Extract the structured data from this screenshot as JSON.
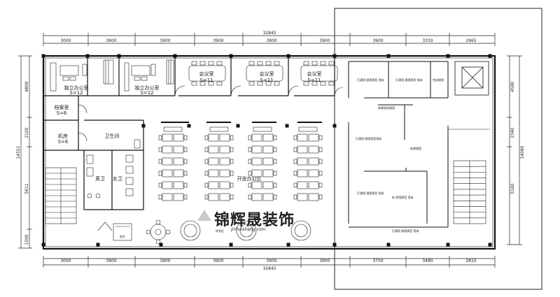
{
  "dimensions": {
    "top_total": "32845",
    "top_segments": [
      "3000",
      "3900",
      "3900",
      "3900",
      "3900",
      "3900",
      "3900",
      "3330",
      "2965"
    ],
    "bottom_total": "32845",
    "bottom_segments": [
      "3000",
      "3900",
      "3900",
      "3900",
      "3900",
      "3900",
      "3750",
      "3480",
      "2815"
    ],
    "left_total": "14551",
    "left_segments": [
      "4800",
      "2100",
      "5611",
      "1500"
    ],
    "right_total": "14080",
    "right_segments": [
      "4580",
      "2340",
      "5160"
    ]
  },
  "rooms": {
    "manager1": "独立办公室",
    "manager1_area": "S=12",
    "manager2": "独立办公室",
    "manager2_area": "S=12",
    "meeting1": "会议室",
    "meeting1_area": "S=11",
    "meeting2": "会议室",
    "meeting2_area": "S=11",
    "meeting3": "会议室",
    "meeting3_area": "S=11",
    "archive": "档案室",
    "archive_area": "S=6",
    "machine": "机房",
    "machine_area": "S=6",
    "restroom": "卫生间",
    "male_wc": "男卫",
    "female_wc": "女卫",
    "open_office": "开放办公区",
    "front_desk": "前台",
    "reception": "休息区"
  },
  "annotations": {
    "a1": "打通墙 隔墙隔音 墙体",
    "a2": "打通墙 隔墙隔音 墙体",
    "a3": "完成隔墙",
    "a4": "新建墙体隔墙",
    "a5": "打通墙 隔墙隔音墙体",
    "a6": "新建隔墙",
    "a7": "打通墙 隔墙隔音 墙体",
    "a8": "新 墙墙隔音 墙体",
    "a9": "打通墙 隔墙隔音 墙体"
  },
  "watermark": {
    "text": "锦辉晟装饰",
    "sub": "jinhuisheng.com"
  },
  "colors": {
    "line": "#222222",
    "wall": "#111111",
    "watermark": "#b9b9b9"
  }
}
